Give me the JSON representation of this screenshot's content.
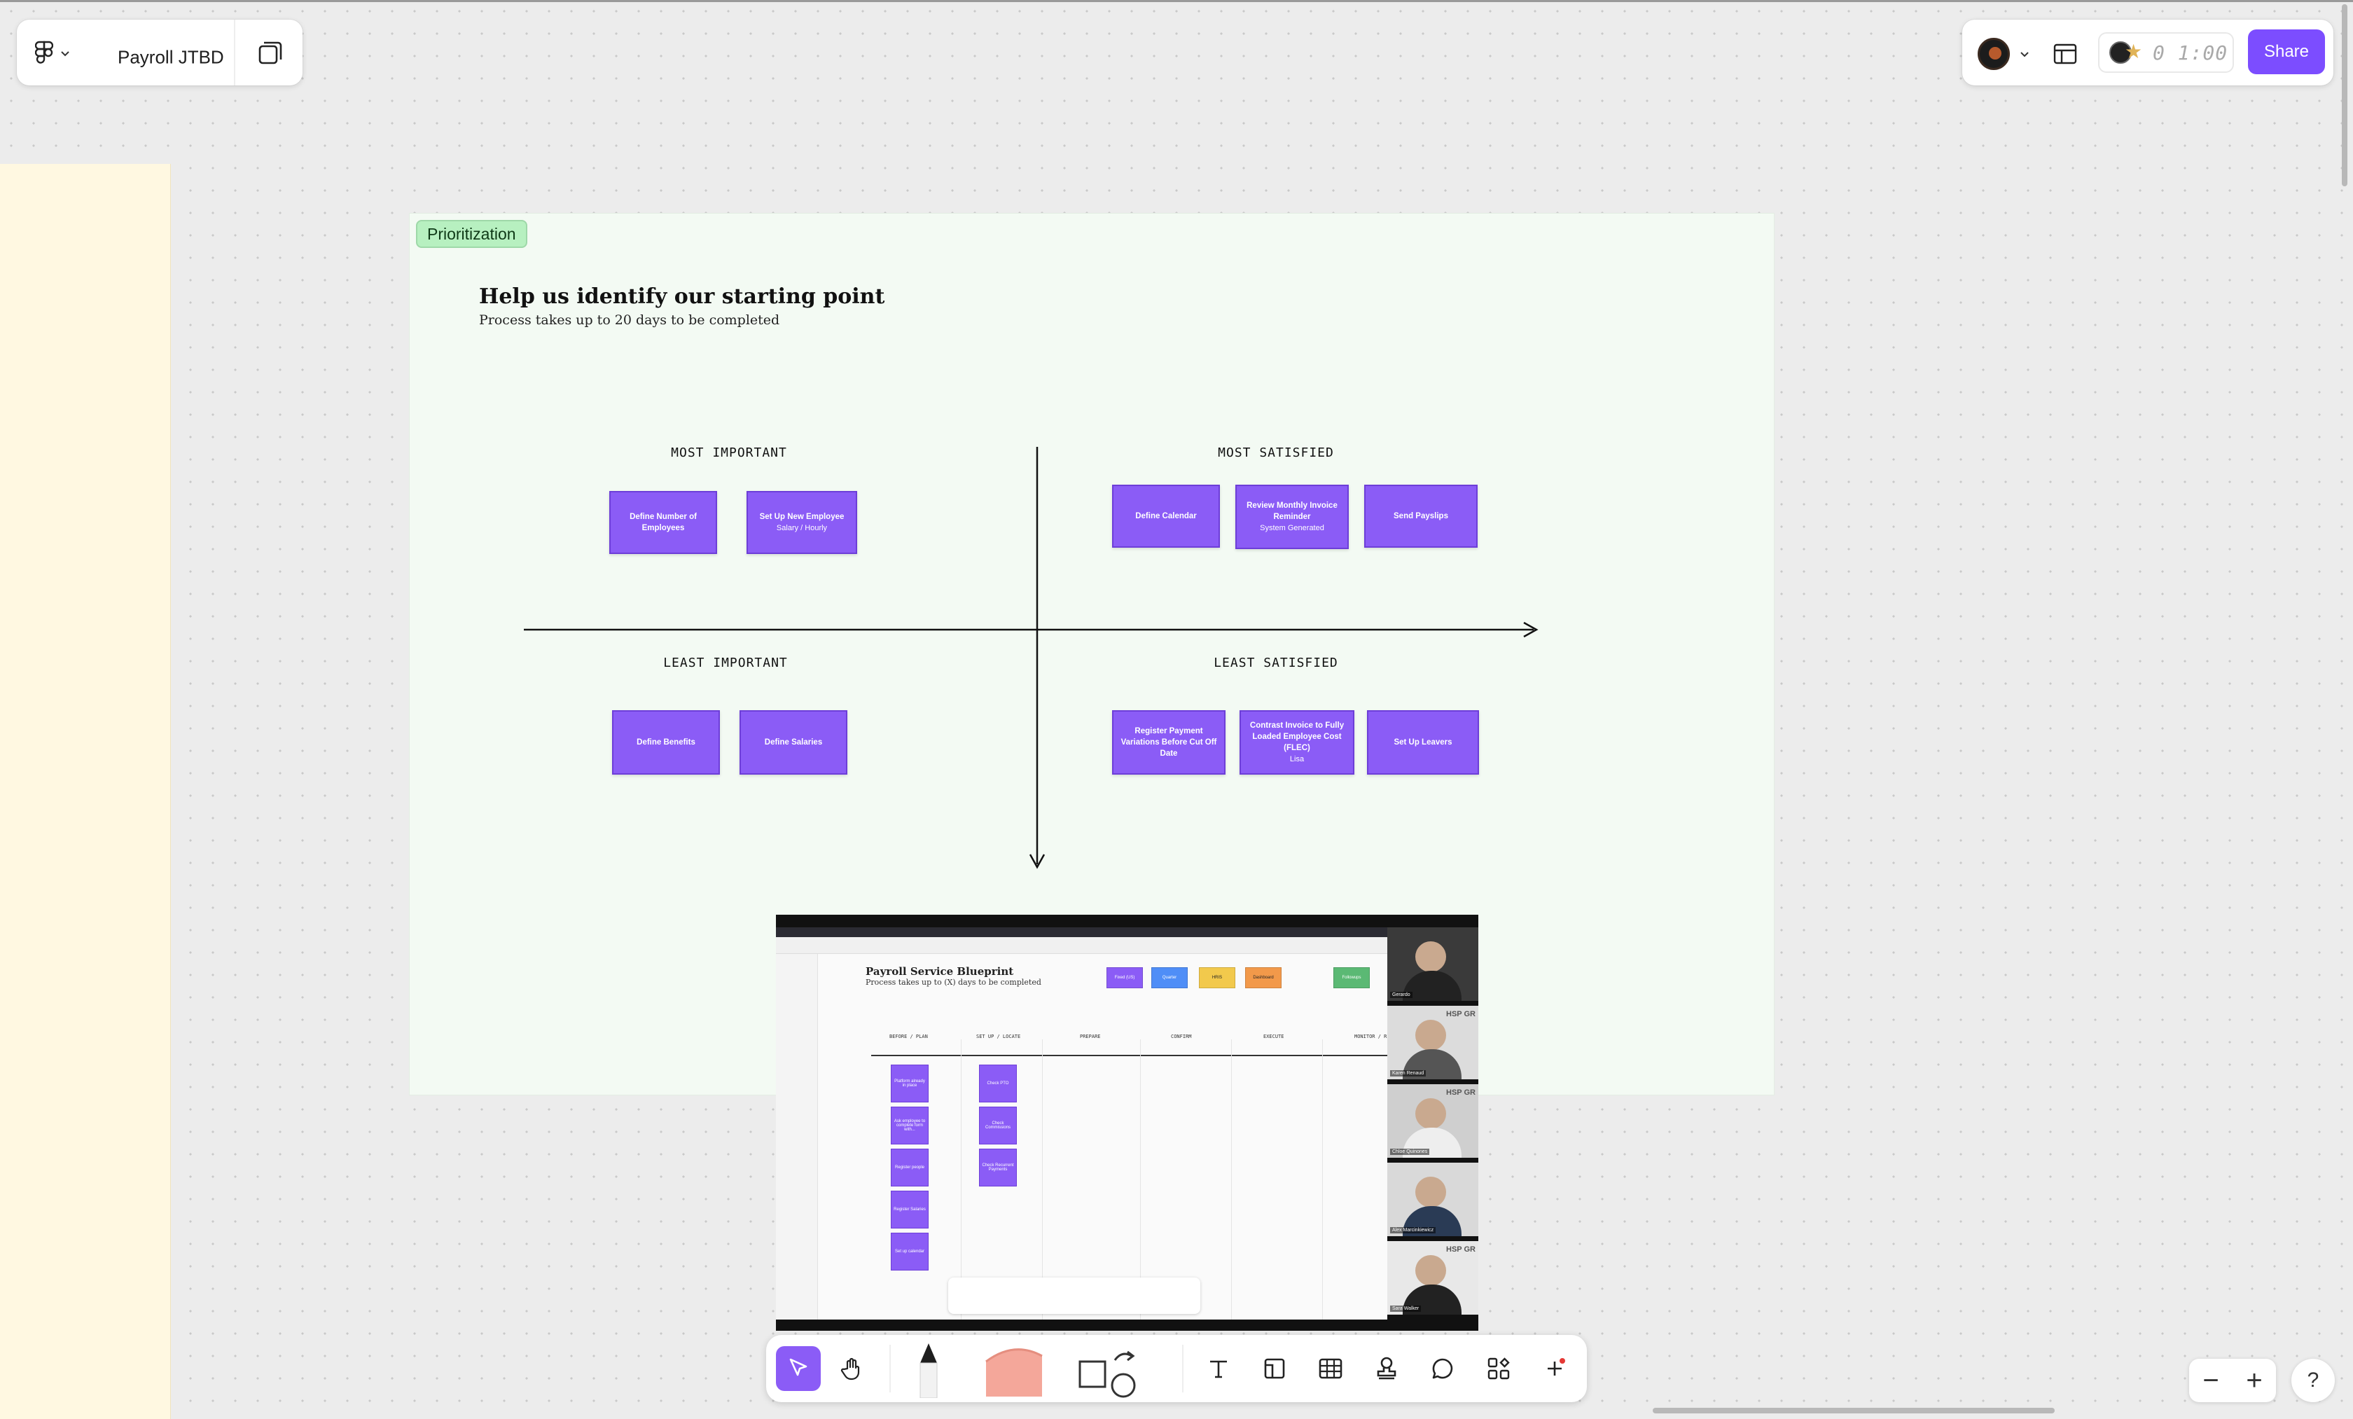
{
  "file": {
    "title": "Payroll JTBD"
  },
  "share_label": "Share",
  "timer_text": "0 1:00",
  "section": {
    "tag": "Prioritization",
    "heading": "Help us identify our starting point",
    "subheading": "Process takes up to 20 days to be completed"
  },
  "quadrants": {
    "most_important": "MOST IMPORTANT",
    "most_satisfied": "MOST SATISFIED",
    "least_important": "LEAST IMPORTANT",
    "least_satisfied": "LEAST SATISFIED"
  },
  "stickies": [
    {
      "title": "Define Number of Employees",
      "sub": ""
    },
    {
      "title": "Set Up New Employee",
      "sub": "Salary / Hourly"
    },
    {
      "title": "Define Calendar",
      "sub": ""
    },
    {
      "title": "Review Monthly Invoice Reminder",
      "sub": "System Generated"
    },
    {
      "title": "Send Payslips",
      "sub": ""
    },
    {
      "title": "Define Benefits",
      "sub": ""
    },
    {
      "title": "Define Salaries",
      "sub": ""
    },
    {
      "title": "Register Payment Variations Before Cut Off Date",
      "sub": ""
    },
    {
      "title": "Contrast Invoice to Fully Loaded Employee Cost (FLEC)",
      "sub": "Lisa"
    },
    {
      "title": "Set Up Leavers",
      "sub": ""
    }
  ],
  "screenshare": {
    "title": "Payroll Service Blueprint",
    "subtitle": "Process takes up to (X) days to be completed",
    "phases": [
      "BEFORE / PLAN",
      "SET UP / LOCATE",
      "PREPARE",
      "CONFIRM",
      "EXECUTE",
      "MONITOR / R"
    ],
    "left_notes": [
      "Platform already in place",
      "Ask employee to complete form with...",
      "Register people",
      "Register Salaries",
      "Set up calendar"
    ],
    "mid_notes": [
      "Check PTO",
      "Check Commissions",
      "Check Recurrent Payments"
    ],
    "top_notes": [
      {
        "label": "Fixed (US)",
        "color": "#8b5cf6"
      },
      {
        "label": "Quarter",
        "color": "#4f8ef7"
      },
      {
        "label": "HRIS",
        "color": "#f2c94c"
      },
      {
        "label": "Dashboard",
        "color": "#f2994a"
      },
      {
        "label": "Followups",
        "color": "#5bb974"
      }
    ],
    "participant_logo": "HSP GR",
    "participants": [
      "Gerardo",
      "Karen Renaud",
      "Chloe Quinones",
      "Alex Marcinkiewicz",
      "Sara Walker"
    ]
  },
  "icons": {
    "menu": "figma-logo-icon",
    "pages": "pages-icon",
    "layout": "layout-icon",
    "move": "cursor-icon",
    "hand": "hand-icon",
    "pen": "marker-icon",
    "highlighter": "highlighter-icon",
    "shape": "shape-icon",
    "connector": "connector-icon",
    "text": "text-icon",
    "section": "section-icon",
    "table": "table-icon",
    "stamp": "stamp-icon",
    "comment": "comment-icon",
    "widgets": "widgets-icon",
    "more": "plus-icon"
  },
  "zoom": {
    "out": "−",
    "in": "+",
    "help": "?"
  },
  "colors": {
    "accent": "#7c4dff",
    "sticky": "#8b5cf6",
    "section_bg": "#f3faf3",
    "tag_bg": "#b7f0c0"
  }
}
